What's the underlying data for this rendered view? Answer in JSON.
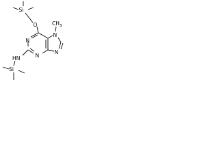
{
  "structure": {
    "atoms": {
      "si_top": "Si",
      "o": "O",
      "n7": "N",
      "methyl": "CH",
      "methyl_sub": "3",
      "n1": "N",
      "n9": "N",
      "nh": "N",
      "nh_h": "H",
      "n3": "N",
      "si_bottom": "Si"
    }
  }
}
